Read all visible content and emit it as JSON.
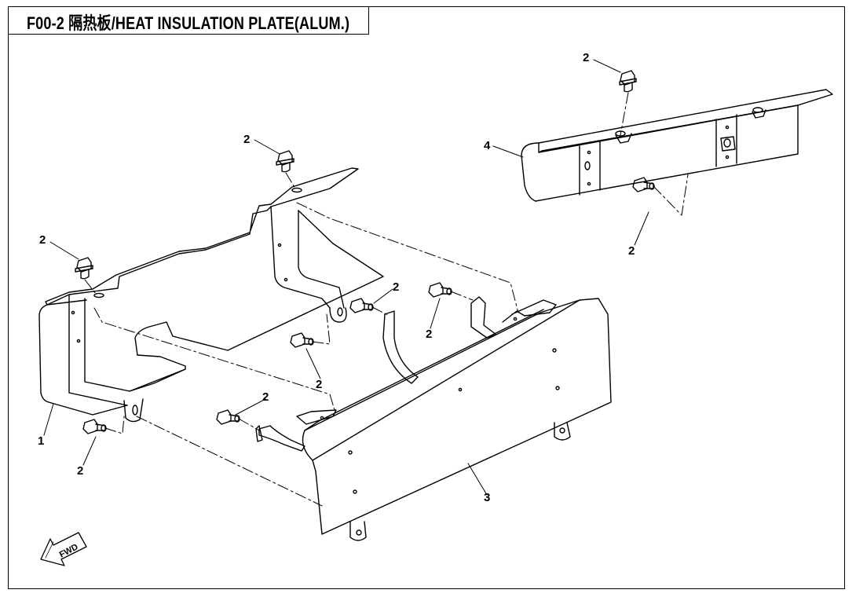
{
  "title": "F00-2 隔热板/HEAT INSULATION PLATE(ALUM.)",
  "direction_label": "FWD",
  "callouts": {
    "part_1": "1",
    "part_2": "2",
    "part_3": "3",
    "part_4": "4"
  },
  "parts": {
    "part_1": {
      "icon": "heat-insulation-plate-left"
    },
    "part_2": {
      "icon": "flange-bolt"
    },
    "part_3": {
      "icon": "heat-insulation-plate-front"
    },
    "part_4": {
      "icon": "heat-insulation-plate-upper"
    }
  },
  "colors": {
    "line": "#000000",
    "background": "#ffffff"
  }
}
